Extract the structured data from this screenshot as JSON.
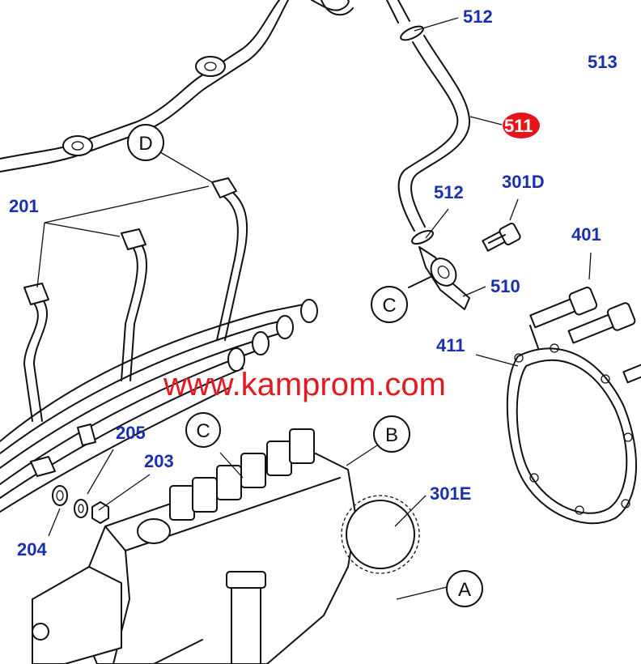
{
  "watermark": "www.kamprom.com",
  "colors": {
    "label_blue": "#1a2fae",
    "highlight_red": "#e4141b",
    "watermark_red": "#e11b22",
    "line": "#111111"
  },
  "highlight": {
    "part_number": "511"
  },
  "part_labels": {
    "p512a": "512",
    "p513": "513",
    "p511": "511",
    "p301d": "301D",
    "p512b": "512",
    "p401": "401",
    "p510": "510",
    "p201": "201",
    "p411": "411",
    "p205": "205",
    "p203": "203",
    "p301e": "301E",
    "p204": "204"
  },
  "reference_markers": {
    "d": "D",
    "c_upper": "C",
    "c_lower": "C",
    "b": "B",
    "a": "A"
  }
}
